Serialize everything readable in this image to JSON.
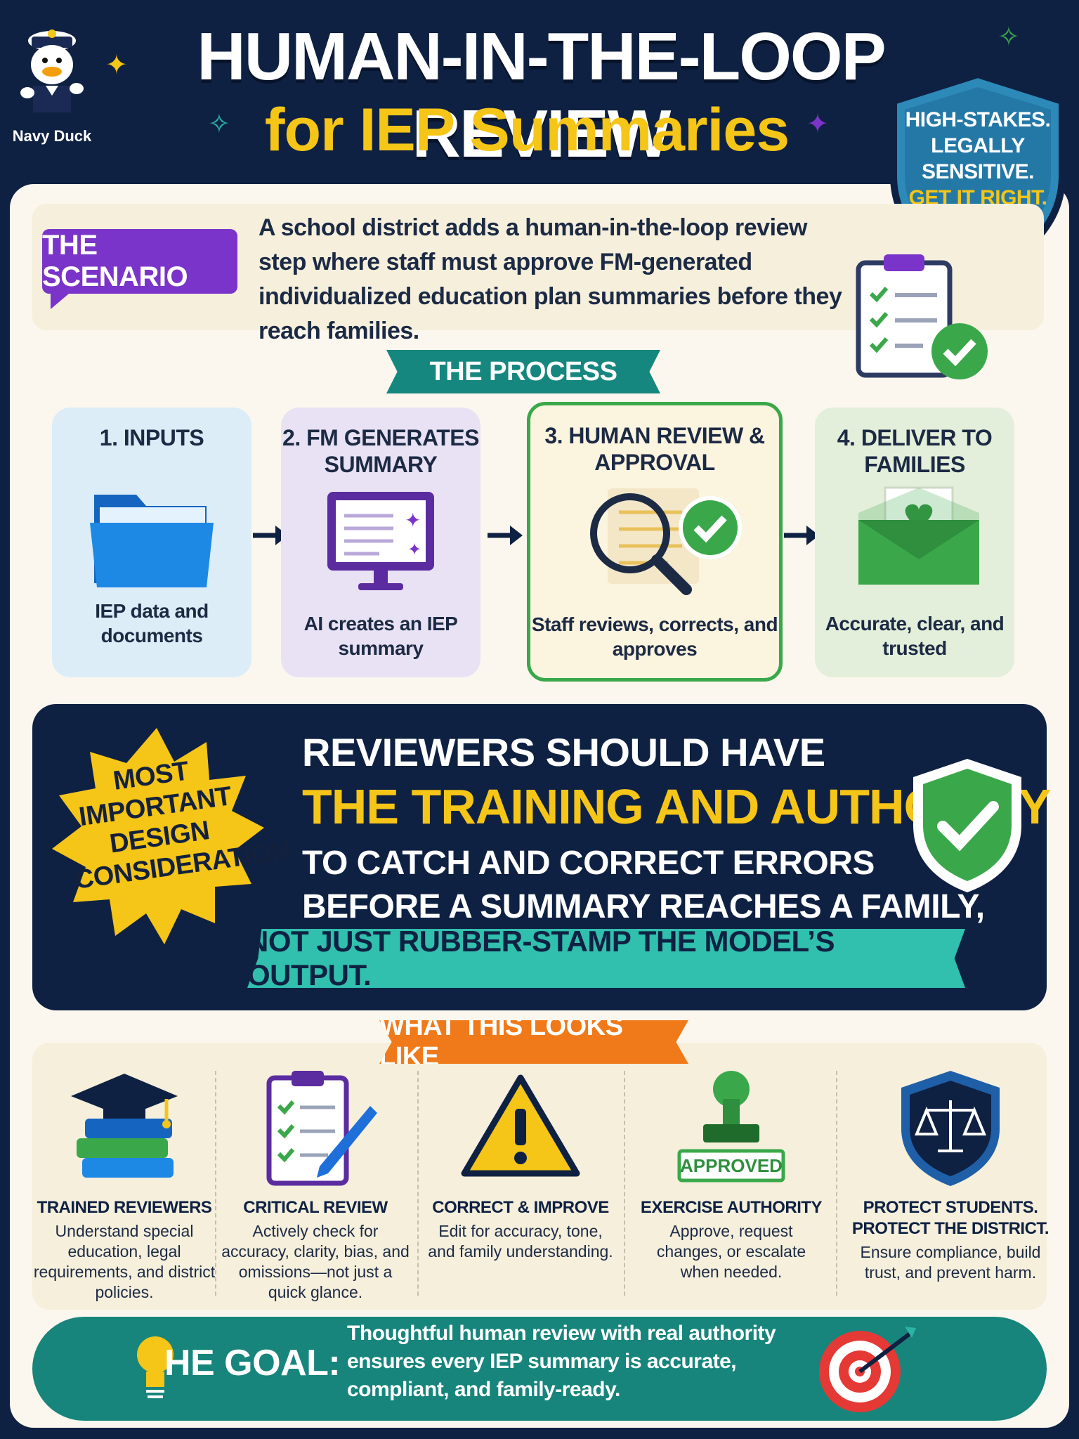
{
  "header": {
    "mascot_label": "Navy Duck",
    "title_line1": "HUMAN-IN-THE-LOOP REVIEW",
    "title_line2": "for IEP Summaries"
  },
  "badge": {
    "line1": "HIGH-STAKES.",
    "line2": "LEGALLY",
    "line3": "SENSITIVE.",
    "line4": "GET IT RIGHT.",
    "icon": "lock-icon"
  },
  "scenario": {
    "tag": "THE SCENARIO",
    "text": "A school district adds a human-in-the-loop review step where staff must approve FM-generated individualized education plan summaries before they reach families."
  },
  "process": {
    "ribbon": "THE PROCESS",
    "steps": [
      {
        "title": "1. INPUTS",
        "desc": "IEP data and documents",
        "icon": "folder-icon"
      },
      {
        "title": "2. FM GENERATES SUMMARY",
        "desc": "AI creates an IEP summary",
        "icon": "monitor-icon"
      },
      {
        "title": "3. HUMAN REVIEW & APPROVAL",
        "desc": "Staff reviews, corrects, and approves",
        "icon": "magnifier-icon"
      },
      {
        "title": "4. DELIVER TO FAMILIES",
        "desc": "Accurate, clear, and trusted",
        "icon": "envelope-icon"
      }
    ]
  },
  "consideration": {
    "burst": "MOST IMPORTANT DESIGN CONSIDERATION",
    "line1": "REVIEWERS SHOULD HAVE",
    "line2": "THE TRAINING AND AUTHORITY",
    "line3": "TO CATCH AND CORRECT ERRORS",
    "line4": "BEFORE A SUMMARY REACHES A FAMILY,",
    "band": "NOT JUST RUBBER-STAMP THE MODEL’S OUTPUT."
  },
  "looks_like": {
    "ribbon": "WHAT THIS LOOKS LIKE",
    "stamp_label": "APPROVED",
    "items": [
      {
        "title": "TRAINED REVIEWERS",
        "desc": "Understand special education, legal requirements, and district policies.",
        "icon": "graduation-cap-icon"
      },
      {
        "title": "CRITICAL REVIEW",
        "desc": "Actively check for accuracy, clarity, bias, and omissions—not just a quick glance.",
        "icon": "clipboard-pen-icon"
      },
      {
        "title": "CORRECT & IMPROVE",
        "desc": "Edit for accuracy, tone, and family understanding.",
        "icon": "warning-icon"
      },
      {
        "title": "EXERCISE AUTHORITY",
        "desc": "Approve, request changes, or escalate when needed.",
        "icon": "stamp-icon"
      },
      {
        "title": "PROTECT STUDENTS. PROTECT THE DISTRICT.",
        "desc": "Ensure compliance, build trust, and prevent harm.",
        "icon": "scales-shield-icon"
      }
    ]
  },
  "goal": {
    "label": "HE GOAL:",
    "text": "Thoughtful human review with real authority ensures every IEP summary is accurate, compliant, and family-ready.",
    "icon": "target-icon"
  },
  "colors": {
    "navy": "#0f2142",
    "yellow": "#f5c518",
    "purple": "#7b34c9",
    "teal": "#16877e",
    "green": "#3aa84a",
    "orange": "#f07a1a"
  }
}
